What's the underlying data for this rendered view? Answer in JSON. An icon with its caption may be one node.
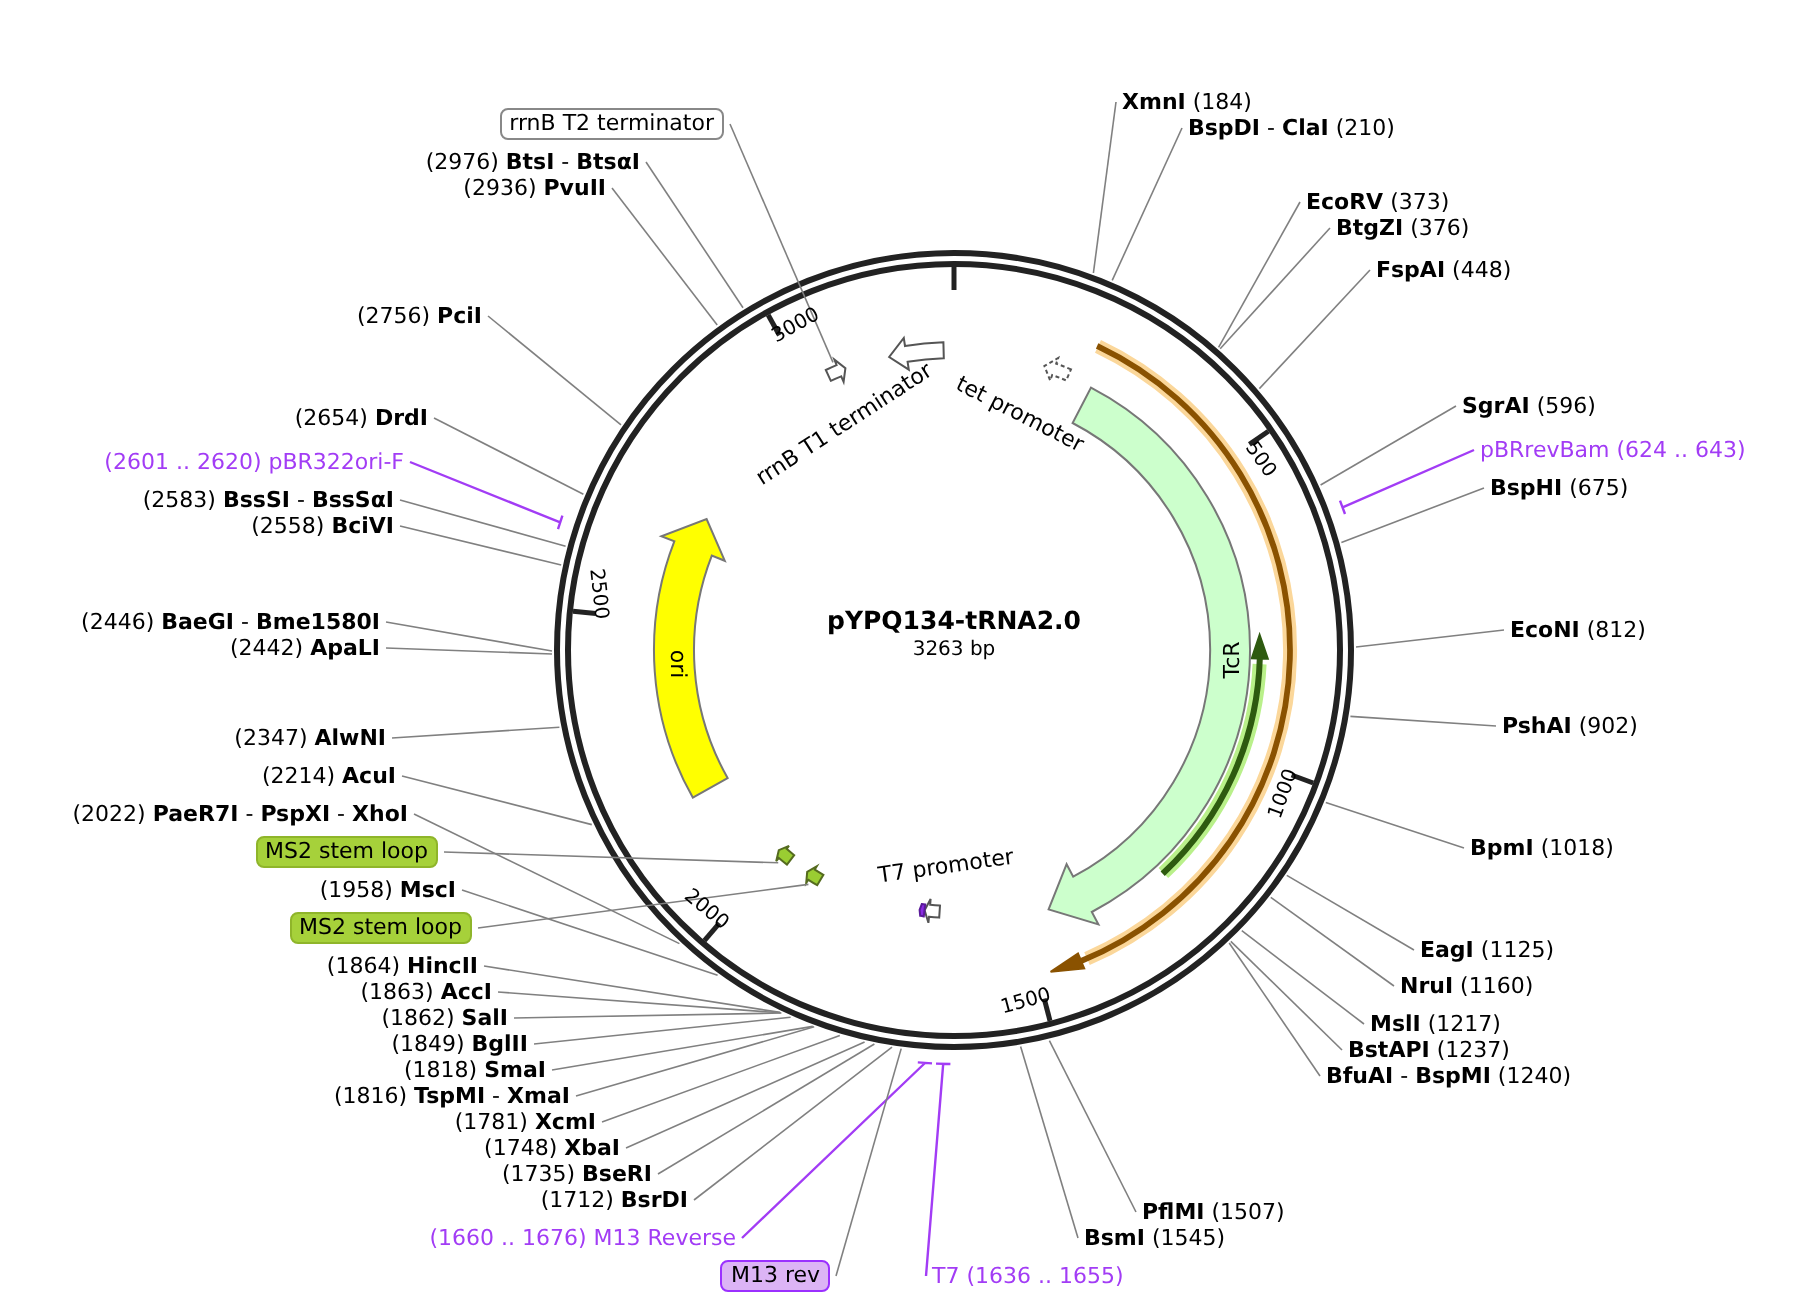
{
  "diagram": {
    "title": "pYPQ134-tRNA2.0",
    "nodes": [
      {
        "text": [
          "rrnB T2 terminator"
        ]
      },
      {
        "text": [
          "(2976) **BtsI** - **BtsαI**"
        ]
      },
      {
        "text": [
          "(2936) **PvuII**"
        ]
      },
      {
        "text": [
          "(2756) **PciI**"
        ]
      },
      {
        "text": [
          "(2654) **DrdI**"
        ]
      },
      {
        "text": [
          "(2601 .. 2620) pBR322ori-F"
        ]
      },
      {
        "text": [
          "(2583) **BssSI** - **BssSαI**"
        ]
      },
      {
        "text": [
          "(2558) **BciVI**"
        ]
      },
      {
        "text": [
          "(2446) **BaeGI** - **Bme1580I**"
        ]
      },
      {
        "text": [
          "(2442) **ApaLI**"
        ]
      },
      {
        "text": [
          "(2347) **AlwNI**"
        ]
      },
      {
        "text": [
          "(2214) **AcuI**"
        ]
      },
      {
        "text": [
          "(2022) **PaeR7I** - **PspXI** - **XhoI**"
        ]
      },
      {
        "text": [
          "MS2 stem loop"
        ]
      },
      {
        "text": [
          "(1958) **MscI**"
        ]
      },
      {
        "text": [
          "MS2 stem loop"
        ]
      },
      {
        "text": [
          "(1864) **HincII**"
        ]
      },
      {
        "text": [
          "(1863) **AccI**"
        ]
      },
      {
        "text": [
          "(1862) **SalI**"
        ]
      },
      {
        "text": [
          "(1849) **BglII**"
        ]
      },
      {
        "text": [
          "(1818) **SmaI**"
        ]
      },
      {
        "text": [
          "(1816) **TspMI** - **XmaI**"
        ]
      },
      {
        "text": [
          "(1781) **XcmI**"
        ]
      },
      {
        "text": [
          "(1748) **XbaI**"
        ]
      },
      {
        "text": [
          "(1735) **BseRI**"
        ]
      },
      {
        "text": [
          "(1712) **BsrDI**"
        ]
      },
      {
        "text": [
          "(1660 .. 1676) M13 Reverse"
        ]
      },
      {
        "text": [
          "M13 rev"
        ]
      },
      {
        "text": [
          "T7 (1636 .. 1655)"
        ]
      },
      {
        "text": [
          "**BsmI** (1545)"
        ]
      },
      {
        "text": [
          "**PflMI** (1507)"
        ]
      },
      {
        "text": [
          "**BfuAI** - **BspMI** (1240)"
        ]
      },
      {
        "text": [
          "**BstAPI** (1237)"
        ]
      },
      {
        "text": [
          "**MslI** (1217)"
        ]
      },
      {
        "text": [
          "**NruI** (1160)"
        ]
      },
      {
        "text": [
          "**EagI** (1125)"
        ]
      },
      {
        "text": [
          "**BpmI** (1018)"
        ]
      },
      {
        "text": [
          "**PshAI** (902)"
        ]
      },
      {
        "text": [
          "**EcoNI** (812)"
        ]
      },
      {
        "text": [
          "**BspHI** (675)"
        ]
      },
      {
        "text": [
          "pBRrevBam (624 .. 643)"
        ]
      },
      {
        "text": [
          "**SgrAI** (596)"
        ]
      },
      {
        "text": [
          "**FspAI** (448)"
        ]
      },
      {
        "text": [
          "**BtgZI** (376)"
        ]
      },
      {
        "text": [
          "**EcoRV** (373)"
        ]
      },
      {
        "text": [
          "**BspDI** - **ClaI** (210)"
        ]
      },
      {
        "text": [
          "**XmnI** (184)"
        ]
      },
      {
        "text": [
          "rrnB T1 terminator"
        ]
      },
      {
        "text": [
          "tet promoter"
        ]
      },
      {
        "text": [
          "TcR"
        ]
      },
      {
        "text": [
          "ori"
        ]
      },
      {
        "text": [
          "T7 promoter"
        ]
      },
      {
        "text": [],
        "shape": "arrow"
      },
      {
        "text": [],
        "shape": "arrow"
      },
      {
        "text": [],
        "shape": "arrow"
      }
    ],
    "edges": [
      {
        "from": 0,
        "to": 52,
        "arrow": "none"
      },
      {
        "from": 1,
        "to": null,
        "arrow": "none"
      },
      {
        "from": 2,
        "to": null,
        "arrow": "none"
      },
      {
        "from": 3,
        "to": null,
        "arrow": "none"
      },
      {
        "from": 4,
        "to": null,
        "arrow": "none"
      },
      {
        "from": 5,
        "to": null,
        "arrow": "none",
        "color": "#a23cf5"
      },
      {
        "from": 6,
        "to": null,
        "arrow": "none"
      },
      {
        "from": 7,
        "to": null,
        "arrow": "none"
      },
      {
        "from": 8,
        "to": null,
        "arrow": "none"
      },
      {
        "from": 9,
        "to": null,
        "arrow": "none"
      },
      {
        "from": 10,
        "to": null,
        "arrow": "none"
      },
      {
        "from": 11,
        "to": null,
        "arrow": "none"
      },
      {
        "from": 12,
        "to": null,
        "arrow": "none"
      },
      {
        "from": 13,
        "to": 53,
        "arrow": "none"
      },
      {
        "from": 14,
        "to": null,
        "arrow": "none"
      },
      {
        "from": 15,
        "to": 54,
        "arrow": "none"
      },
      {
        "from": 16,
        "to": null,
        "arrow": "none"
      },
      {
        "from": 17,
        "to": null,
        "arrow": "none"
      },
      {
        "from": 18,
        "to": null,
        "arrow": "none"
      },
      {
        "from": 19,
        "to": null,
        "arrow": "none"
      },
      {
        "from": 20,
        "to": null,
        "arrow": "none"
      },
      {
        "from": 21,
        "to": null,
        "arrow": "none"
      },
      {
        "from": 22,
        "to": null,
        "arrow": "none"
      },
      {
        "from": 23,
        "to": null,
        "arrow": "none"
      },
      {
        "from": 24,
        "to": null,
        "arrow": "none"
      },
      {
        "from": 25,
        "to": null,
        "arrow": "none"
      },
      {
        "from": 26,
        "to": null,
        "arrow": "none",
        "color": "#a23cf5"
      },
      {
        "from": 27,
        "to": null,
        "arrow": "none"
      },
      {
        "from": 28,
        "to": null,
        "arrow": "none",
        "color": "#a23cf5"
      },
      {
        "from": 29,
        "to": null,
        "arrow": "none"
      },
      {
        "from": 30,
        "to": null,
        "arrow": "none"
      },
      {
        "from": 31,
        "to": null,
        "arrow": "none"
      },
      {
        "from": 32,
        "to": null,
        "arrow": "none"
      },
      {
        "from": 33,
        "to": null,
        "arrow": "none"
      },
      {
        "from": 34,
        "to": null,
        "arrow": "none"
      },
      {
        "from": 35,
        "to": null,
        "arrow": "none"
      },
      {
        "from": 36,
        "to": null,
        "arrow": "none"
      },
      {
        "from": 37,
        "to": null,
        "arrow": "none"
      },
      {
        "from": 38,
        "to": null,
        "arrow": "none"
      },
      {
        "from": 39,
        "to": null,
        "arrow": "none"
      },
      {
        "from": 40,
        "to": null,
        "arrow": "none",
        "color": "#a23cf5"
      },
      {
        "from": 41,
        "to": null,
        "arrow": "none"
      },
      {
        "from": 42,
        "to": null,
        "arrow": "none"
      },
      {
        "from": 43,
        "to": null,
        "arrow": "none"
      },
      {
        "from": 44,
        "to": null,
        "arrow": "none"
      },
      {
        "from": 45,
        "to": null,
        "arrow": "none"
      },
      {
        "from": 46,
        "to": null,
        "arrow": "none"
      }
    ],
    "labels": [
      "3000",
      "500",
      "1000",
      "1500",
      "2000",
      "2500",
      "3263 bp"
    ]
  }
}
